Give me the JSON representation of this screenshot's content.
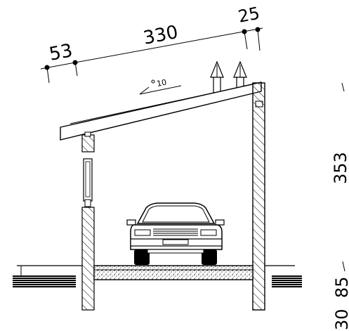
{
  "dimensions": {
    "top_left_offset": "53",
    "top_span": "330",
    "top_right_offset": "25",
    "right_height": "353",
    "right_low_a": "85",
    "right_low_b": "30"
  },
  "annotations": {
    "roof_slope": "10"
  },
  "colors": {
    "line": "#000000",
    "background": "#ffffff"
  },
  "icons": [
    "ventilation-arrow-icon",
    "car-front-icon"
  ]
}
